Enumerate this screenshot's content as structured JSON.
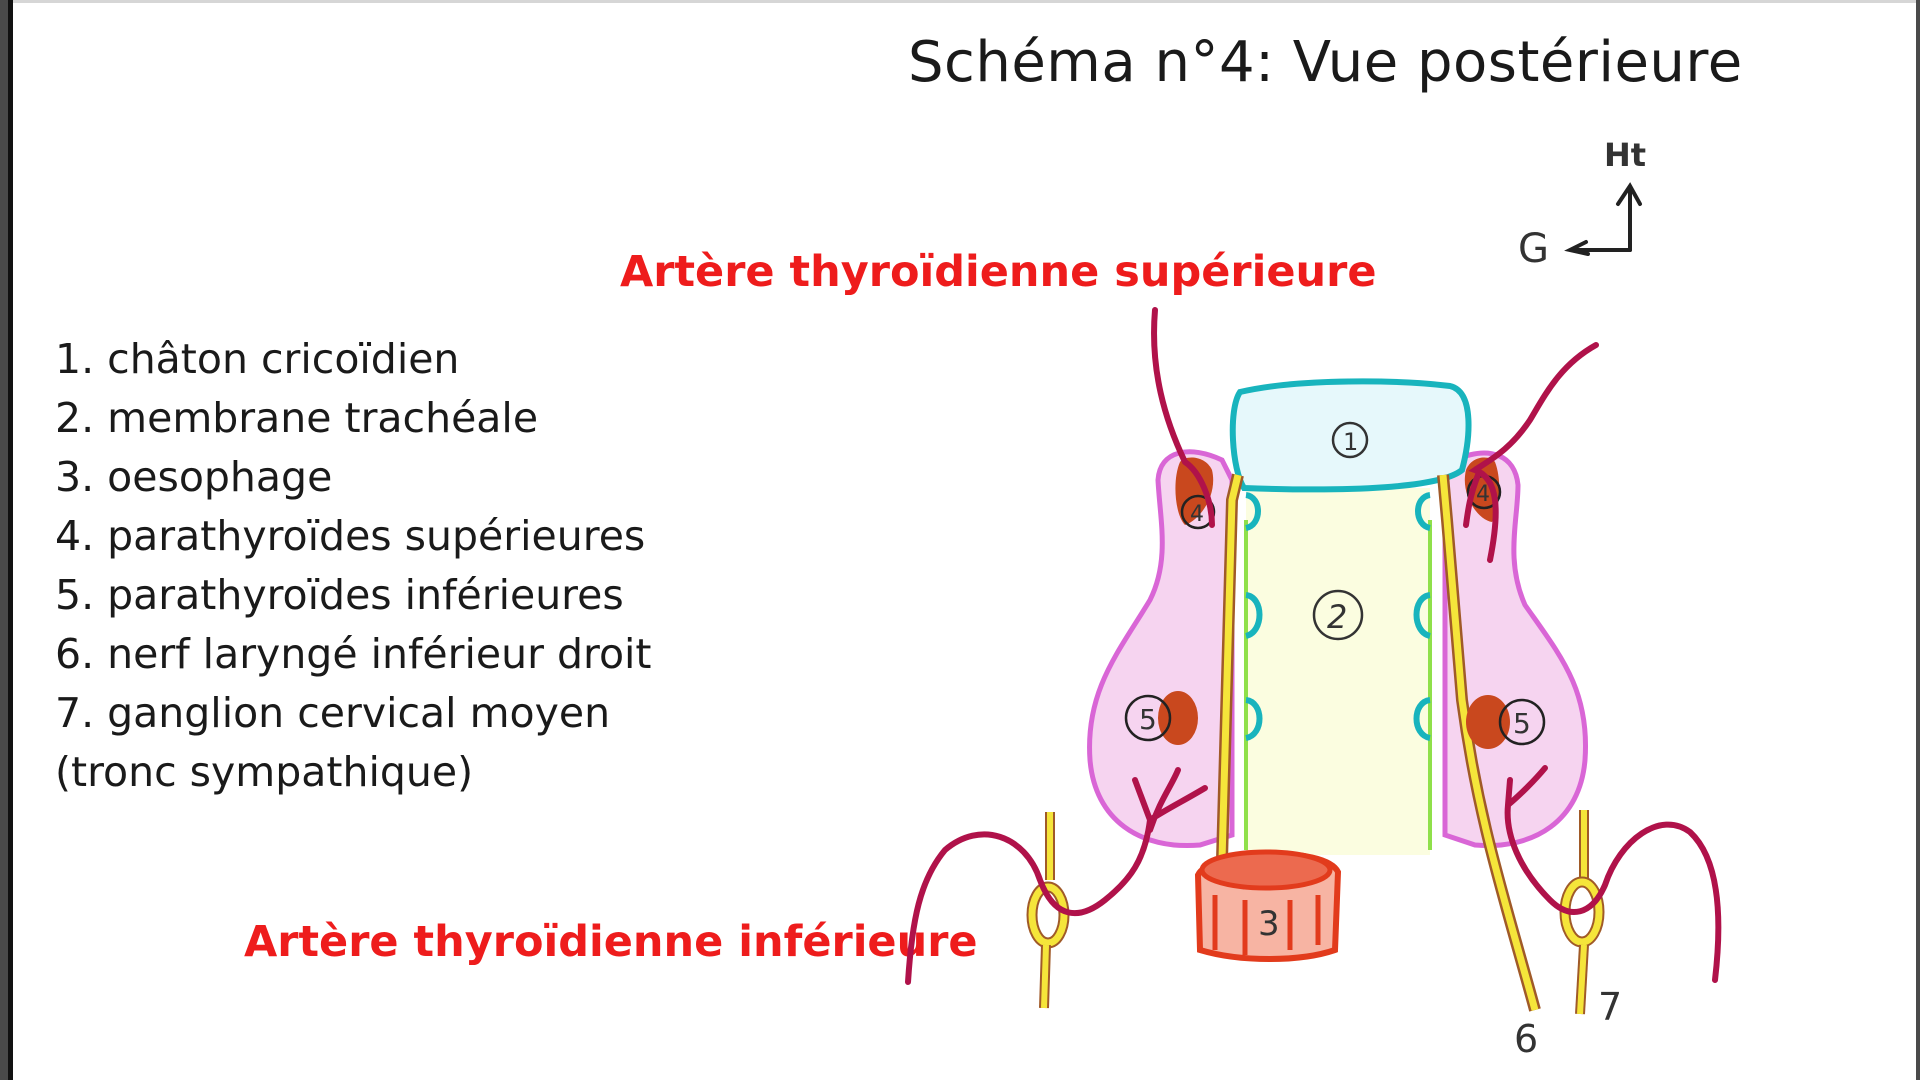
{
  "title": "Schéma n°4: Vue postérieure",
  "orientation": {
    "up_label": "Ht",
    "left_label": "G"
  },
  "arteries": {
    "superior_label": "Artère thyroïdienne supérieure",
    "inferior_label": "Artère thyroïdienne inférieure"
  },
  "legend": [
    "1. châton cricoïdien",
    "2. membrane trachéale",
    "3. oesophage",
    "4. parathyroïdes supérieures",
    "5. parathyroïdes inférieures",
    "6. nerf laryngé inférieur droit",
    "7. ganglion cervical moyen",
    "(tronc sympathique)"
  ],
  "diagram_markers": {
    "cricoid": "1",
    "tracheal_membrane": "2",
    "esophagus": "3",
    "parathyroid_superior": "4",
    "parathyroid_inferior": "5",
    "recurrent_nerve": "6",
    "ganglion": "7"
  },
  "colors": {
    "artery": "#b0124a",
    "label_red": "#ee1c1c",
    "thyroid_outline": "#d966d6",
    "thyroid_fill": "#f6d4f0",
    "cricoid": "#18b4bd",
    "trachea_fill": "#fbfde0",
    "trachea_edge": "#8fe04a",
    "nerve": "#f5e53a",
    "parathyroid": "#c9481e",
    "esophagus": "#e23b1c"
  }
}
